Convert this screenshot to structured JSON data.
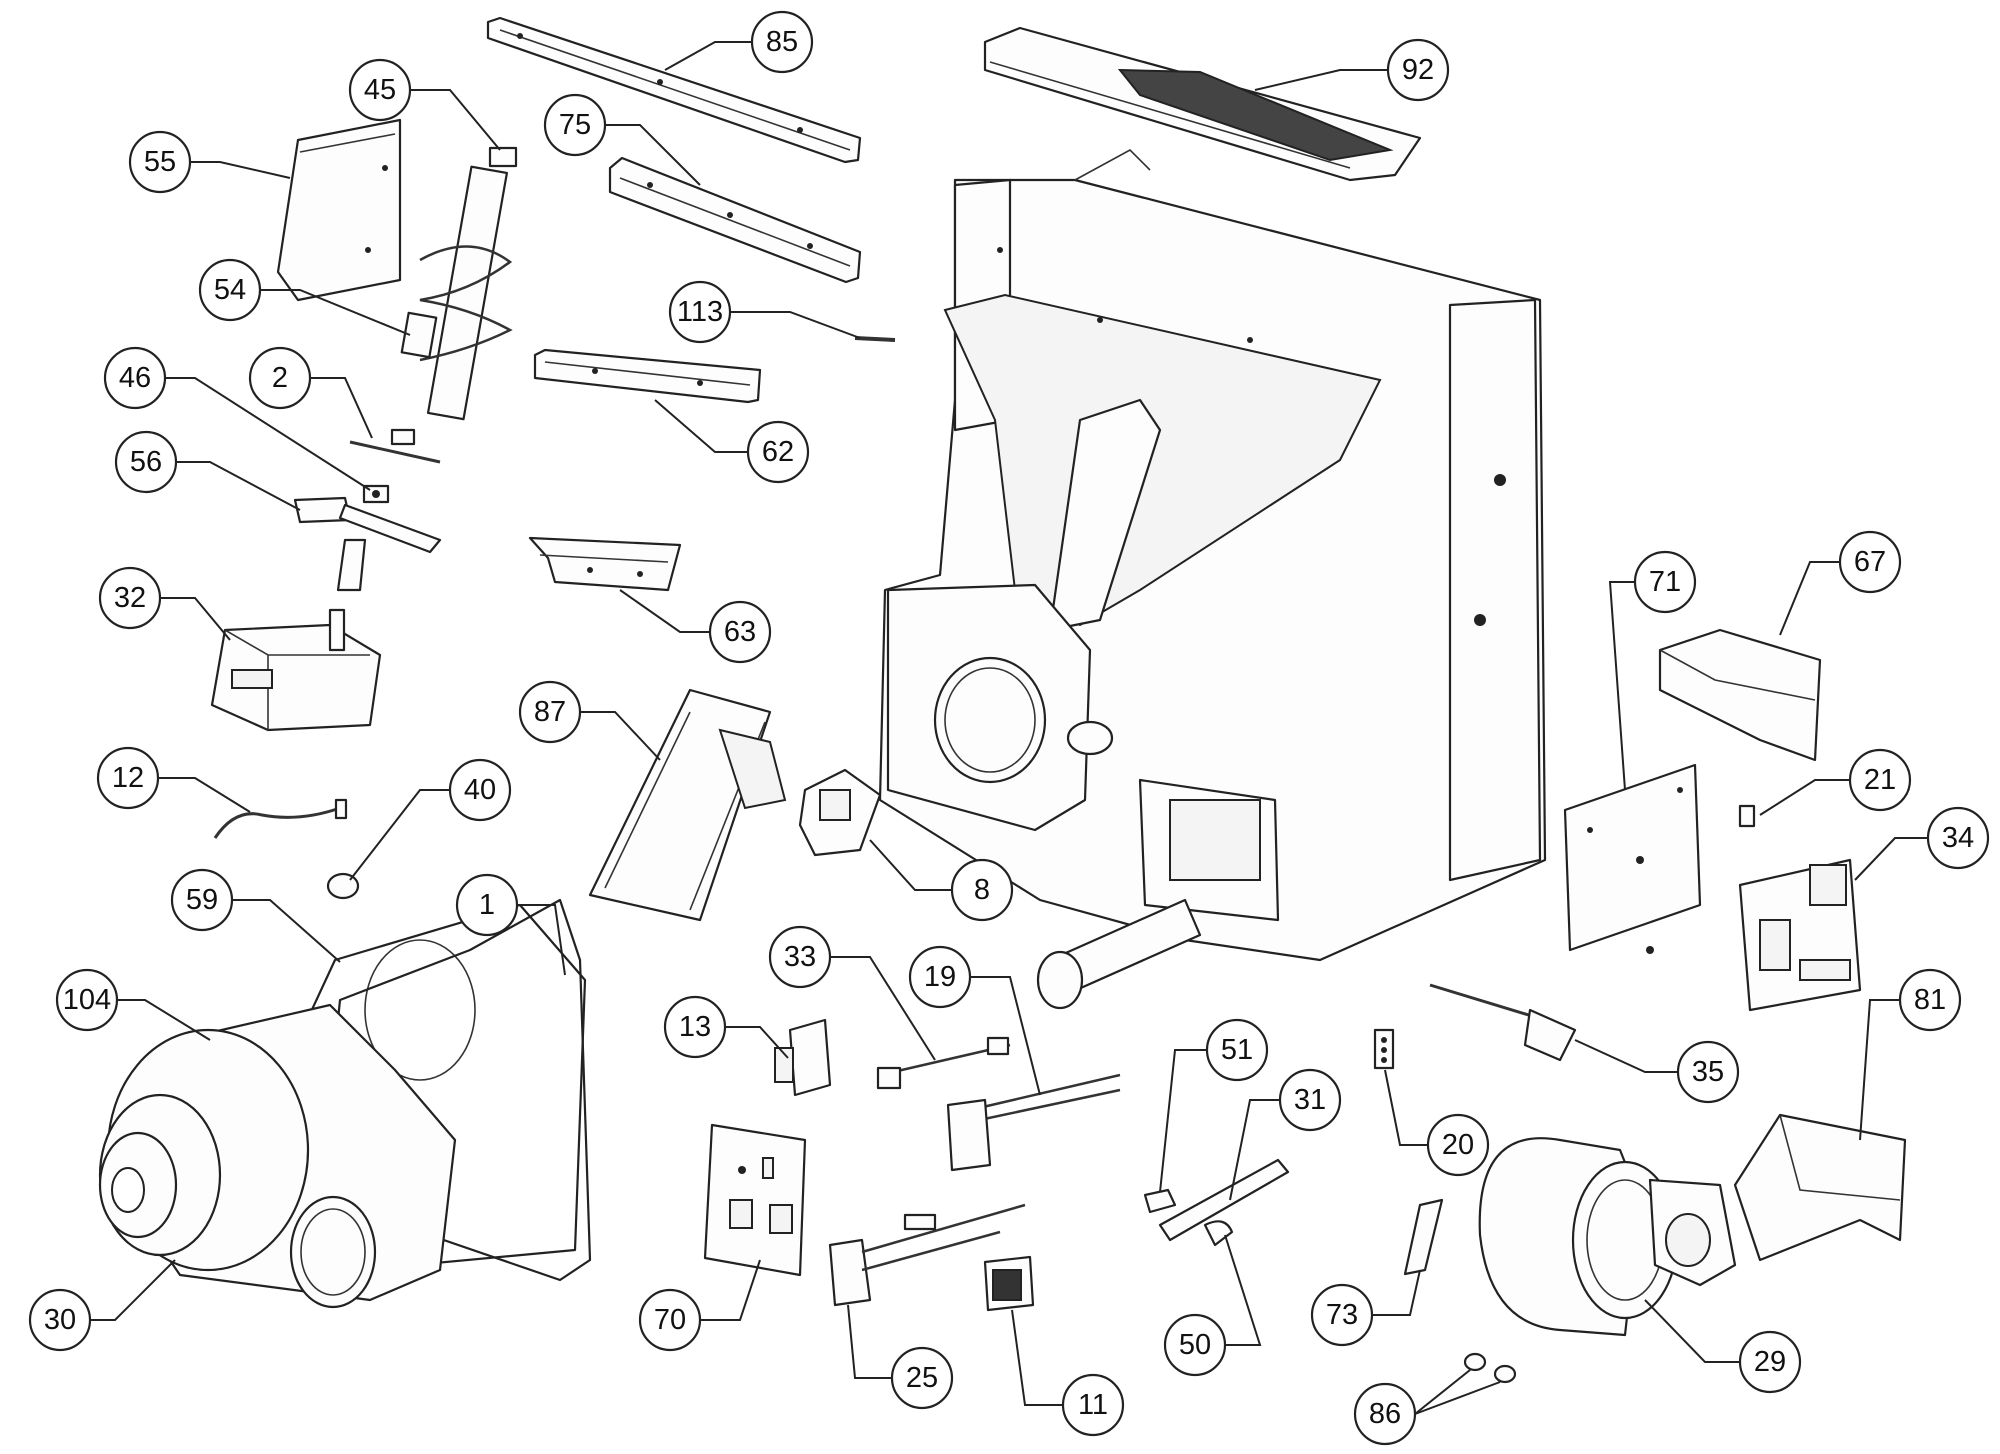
{
  "callouts": [
    {
      "label": "85"
    },
    {
      "label": "92"
    },
    {
      "label": "45"
    },
    {
      "label": "75"
    },
    {
      "label": "55"
    },
    {
      "label": "54"
    },
    {
      "label": "113"
    },
    {
      "label": "46"
    },
    {
      "label": "2"
    },
    {
      "label": "62"
    },
    {
      "label": "56"
    },
    {
      "label": "67"
    },
    {
      "label": "71"
    },
    {
      "label": "32"
    },
    {
      "label": "63"
    },
    {
      "label": "87"
    },
    {
      "label": "21"
    },
    {
      "label": "12"
    },
    {
      "label": "40"
    },
    {
      "label": "34"
    },
    {
      "label": "8"
    },
    {
      "label": "59"
    },
    {
      "label": "1"
    },
    {
      "label": "33"
    },
    {
      "label": "19"
    },
    {
      "label": "104"
    },
    {
      "label": "13"
    },
    {
      "label": "51"
    },
    {
      "label": "31"
    },
    {
      "label": "35"
    },
    {
      "label": "81"
    },
    {
      "label": "20"
    },
    {
      "label": "30"
    },
    {
      "label": "70"
    },
    {
      "label": "50"
    },
    {
      "label": "73"
    },
    {
      "label": "29"
    },
    {
      "label": "25"
    },
    {
      "label": "11"
    },
    {
      "label": "86"
    }
  ]
}
